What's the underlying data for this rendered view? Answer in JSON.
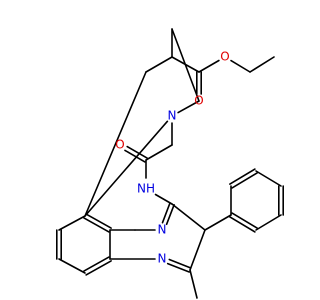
{
  "molecule": {
    "atoms": [
      {
        "id": "O_ether",
        "label": "O",
        "color": "#e00000"
      },
      {
        "id": "O_ester",
        "label": "O",
        "color": "#e00000"
      },
      {
        "id": "N_pip",
        "label": "N",
        "color": "#0000e0"
      },
      {
        "id": "O_amide",
        "label": "O",
        "color": "#e00000"
      },
      {
        "id": "NH_amide",
        "label": "NH",
        "color": "#0000e0"
      },
      {
        "id": "N_ring_top",
        "label": "N",
        "color": "#0000e0"
      },
      {
        "id": "N_ring_bottom",
        "label": "N",
        "color": "#0000e0"
      }
    ],
    "colors": {
      "bond": "#000000",
      "nitrogen": "#0000e0",
      "oxygen": "#e00000"
    }
  }
}
